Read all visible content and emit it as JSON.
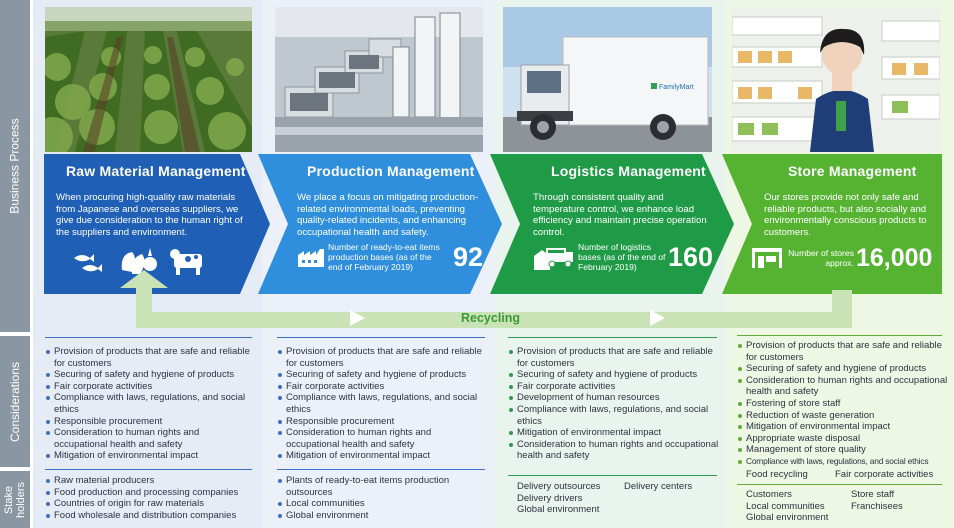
{
  "side_labels": {
    "business_process": "Business Process",
    "considerations": "Considerations",
    "stakeholders": "Stake holders"
  },
  "colors": {
    "raw": "#1f5fb5",
    "production": "#2f8fdc",
    "logistics": "#1f9a46",
    "store": "#56b332",
    "recycling": "#3a9a35",
    "recycling_arrow": "#c9e3b6"
  },
  "stages": [
    {
      "title": "Raw Material Management",
      "description": "When procuring high-quality raw materials from Japanese and overseas suppliers, we give due consideration to the human right of the suppliers and environment.",
      "icons": [
        "fish-icon",
        "vegetable-icon",
        "cow-icon"
      ]
    },
    {
      "title": "Production Management",
      "description": "We place a focus on mitigating production-related environmental loads, preventing quality-related incidents, and enhancing occupational health and safety.",
      "stat_caption": "Number of ready-to-eat items production bases (as of the end of February 2019)",
      "stat_value": "92",
      "icon": "factory-icon"
    },
    {
      "title": "Logistics Management",
      "description": "Through consistent quality and temperature control, we enhance load efficiency and maintain precise operation control.",
      "stat_caption": "Number of logistics bases (as of the end of February 2019)",
      "stat_value": "160",
      "icon": "truck-depot-icon"
    },
    {
      "title": "Store Management",
      "description": "Our stores provide not only safe and reliable products, but also socially and environmentally conscious products to customers.",
      "stat_caption": "Number of stores approx.",
      "stat_value": "16,000",
      "icon": "store-icon"
    }
  ],
  "recycling_label": "Recycling",
  "photo_labels": {
    "truck_brand": "FamilyMart"
  },
  "considerations": [
    [
      "Provision of products that are safe and reliable for customers",
      "Securing of safety and hygiene of products",
      "Fair corporate activities",
      "Compliance with laws, regulations, and social ethics",
      "Responsible procurement",
      "Consideration to human rights and occupational health and safety",
      "Mitigation of environmental impact"
    ],
    [
      "Provision of products that are safe and reliable for customers",
      "Securing of safety and hygiene of products",
      "Fair corporate activities",
      "Compliance with laws, regulations, and social ethics",
      "Responsible procurement",
      "Consideration to human rights and occupational health and safety",
      "Mitigation of environmental impact"
    ],
    [
      "Provision of products that are safe and reliable for customers",
      "Securing of safety and hygiene of products",
      "Fair corporate activities",
      "Development of human resources",
      "Compliance with laws, regulations, and social ethics",
      "Mitigation of environmental impact",
      "Consideration to human rights and occupational health and safety"
    ],
    [
      "Provision of products that are safe and reliable for customers",
      "Securing of safety and hygiene of products",
      "Consideration to human rights and occupational health and safety",
      "Fostering of store staff",
      "Reduction of waste generation",
      "Mitigation of environmental impact",
      "Appropriate waste disposal",
      "Management of store quality",
      "Compliance with laws, regulations, and social ethics"
    ]
  ],
  "considerations_store_extra": [
    "Food recycling",
    "Fair corporate activities"
  ],
  "stakeholders": {
    "raw": [
      "Raw material producers",
      "Food production and processing companies",
      "Countries of origin for raw materials",
      "Food wholesale and distribution companies"
    ],
    "production": [
      "Plants of ready-to-eat items production outsources",
      "Local communities",
      "Global environment"
    ],
    "logistics_left": [
      "Delivery outsources",
      "Delivery drivers",
      "Global environment"
    ],
    "logistics_right": [
      "Delivery centers"
    ],
    "store_left": [
      "Customers",
      "Local communities",
      "Global environment"
    ],
    "store_right": [
      "Store staff",
      "Franchisees"
    ]
  }
}
